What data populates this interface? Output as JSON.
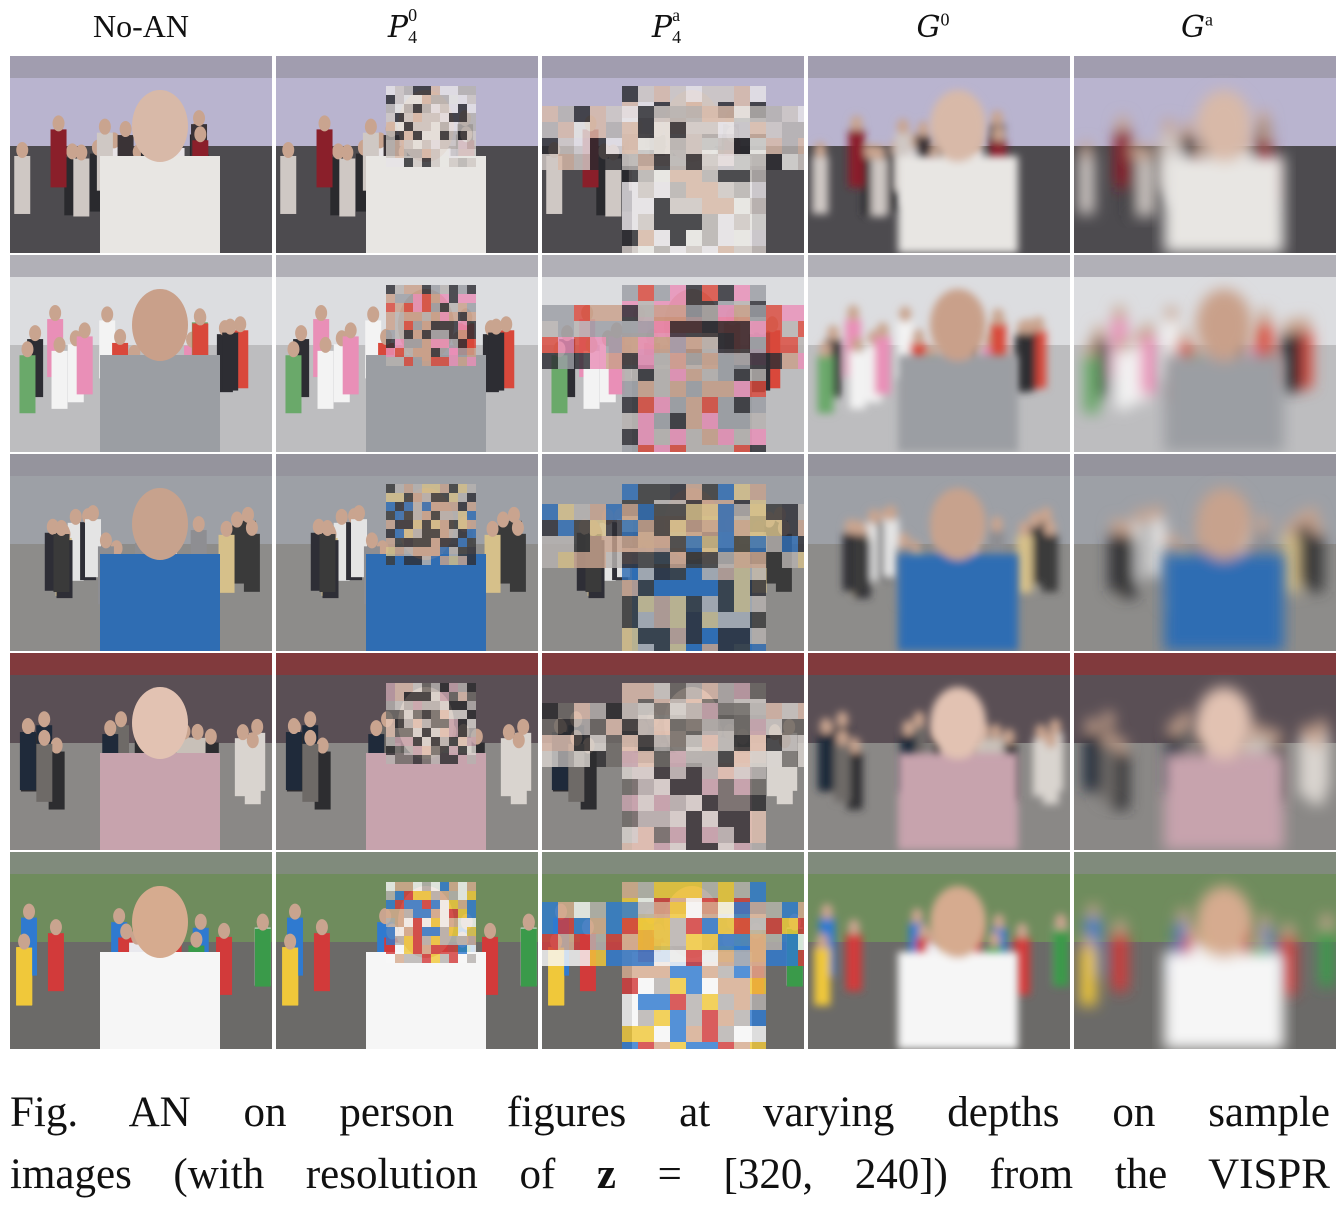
{
  "columns": [
    {
      "label": "No-AN"
    },
    {
      "base": "P",
      "sup": "0",
      "sub": "4"
    },
    {
      "base": "P",
      "sup": "a",
      "sub": "4"
    },
    {
      "base": "G",
      "sup": "0"
    },
    {
      "base": "G",
      "sup": "a"
    }
  ],
  "rows": [
    {
      "scene": "rally"
    },
    {
      "scene": "crosswalk"
    },
    {
      "scene": "race-street"
    },
    {
      "scene": "storefront-crowd"
    },
    {
      "scene": "smiling-man"
    }
  ],
  "caption": {
    "line1": "Fig.  AN on person figures at varying depths on sample",
    "line2_a": "images (with resolution of ",
    "line2_z": "z",
    "line2_b": " = [320, 240]) from the VISPR"
  }
}
